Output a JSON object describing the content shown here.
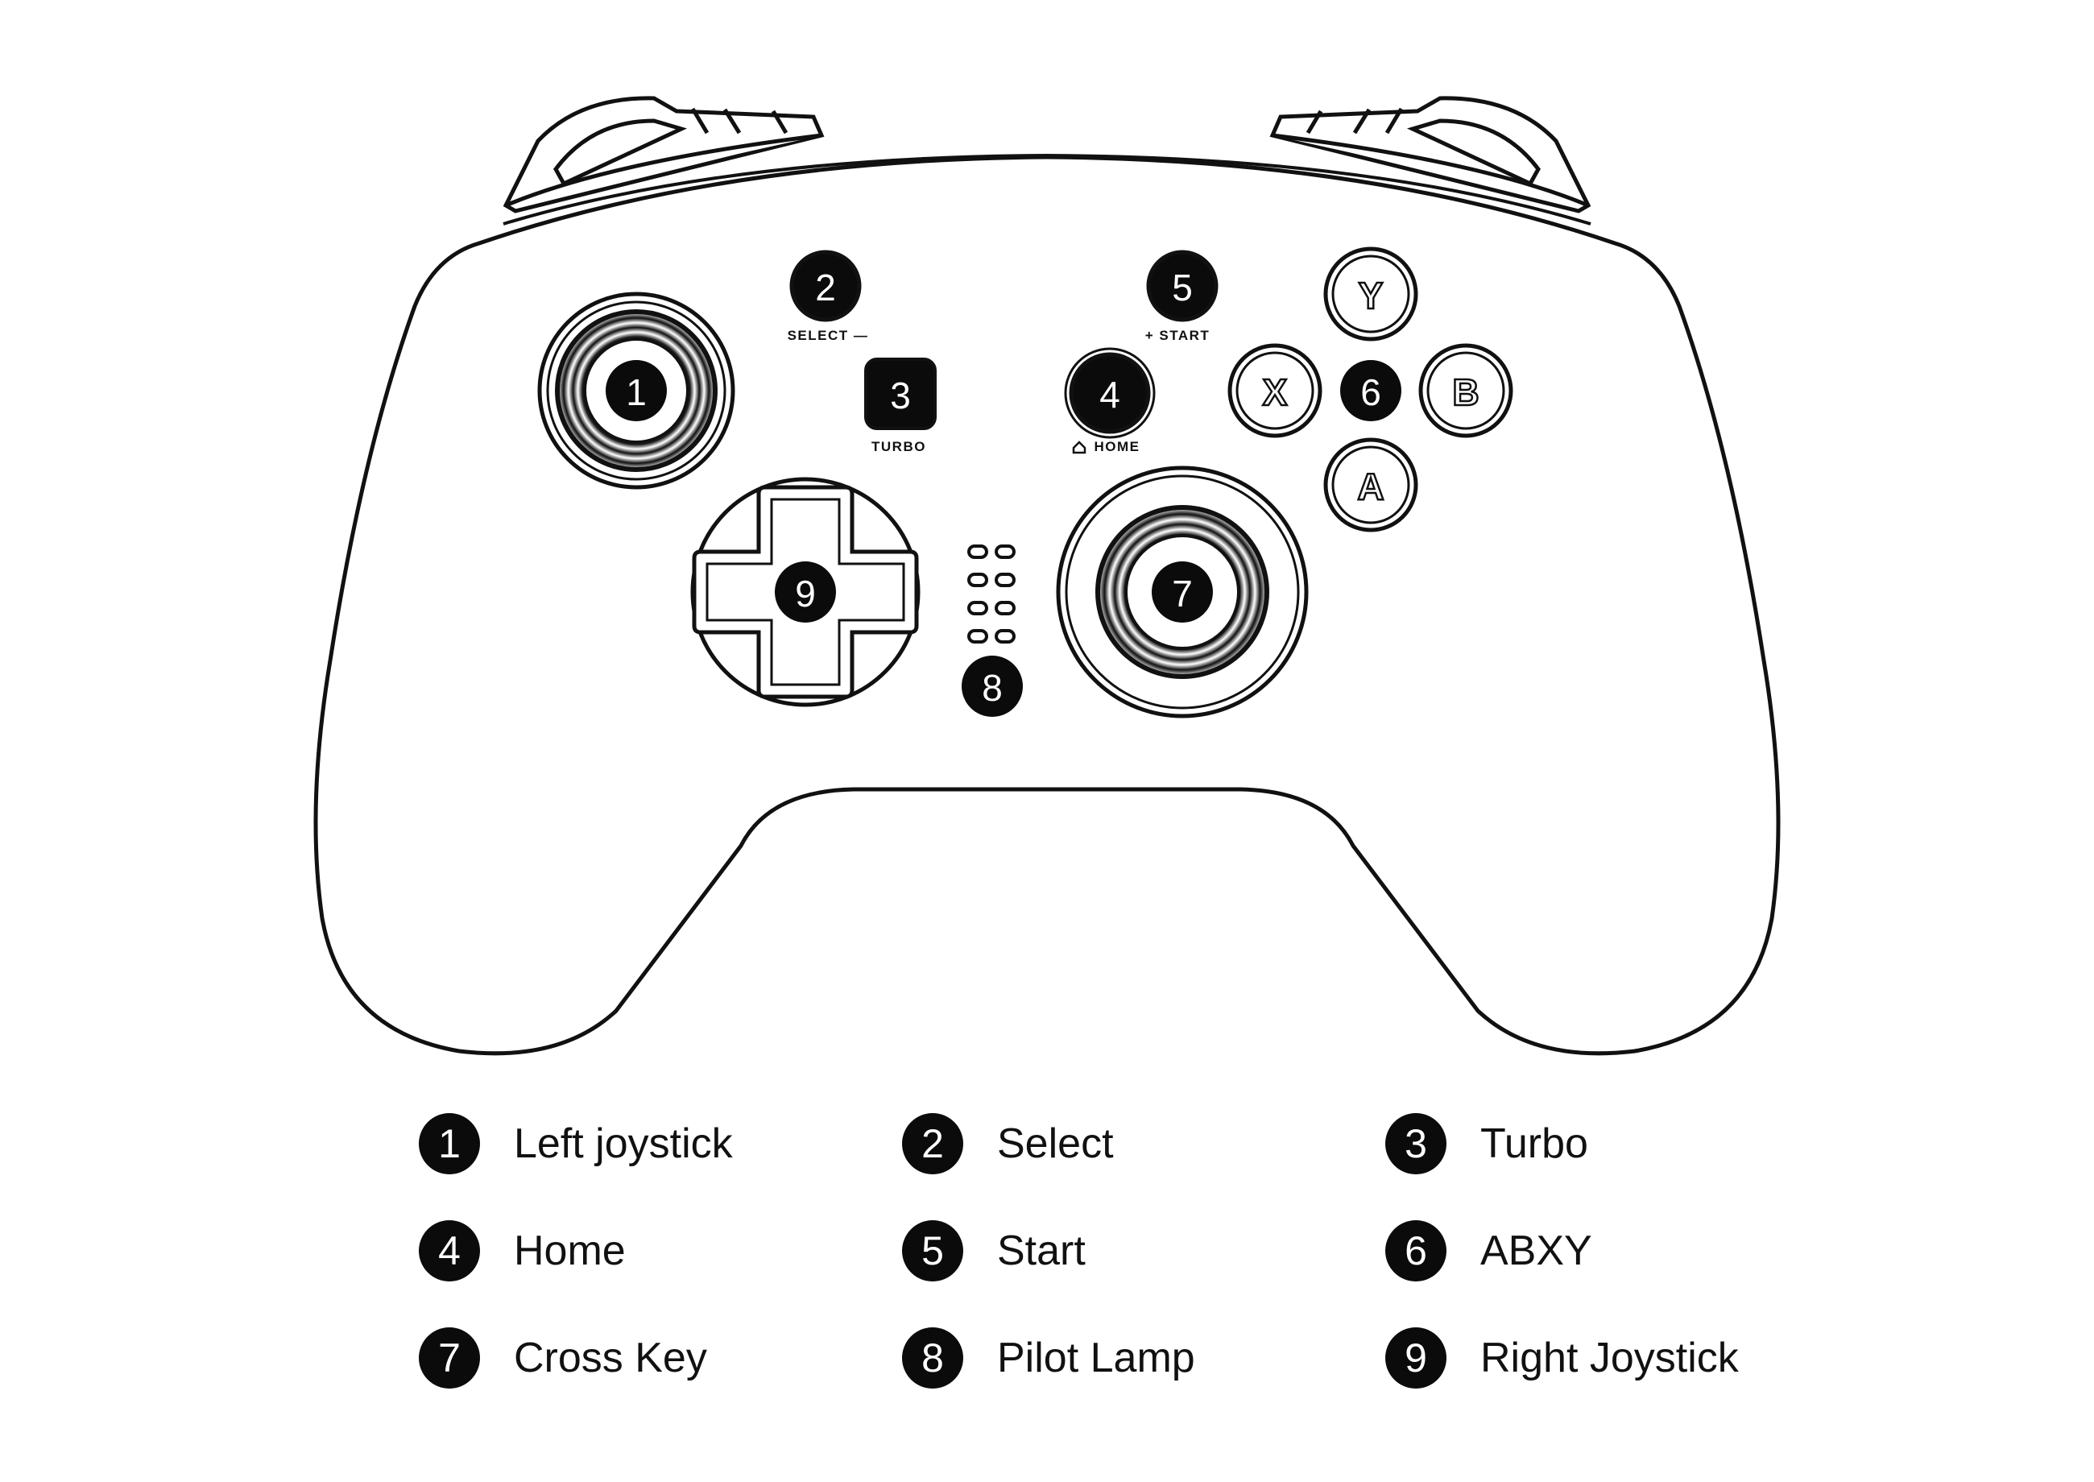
{
  "diagram": {
    "labels": {
      "select": "SELECT —",
      "turbo": "TURBO",
      "start": "+ START",
      "home": "HOME",
      "y": "Y",
      "x": "X",
      "b": "B",
      "a": "A"
    },
    "callouts": [
      "1",
      "2",
      "3",
      "4",
      "5",
      "6",
      "7",
      "8",
      "9"
    ]
  },
  "legend": [
    {
      "number": "1",
      "label": "Left joystick"
    },
    {
      "number": "2",
      "label": "Select"
    },
    {
      "number": "3",
      "label": "Turbo"
    },
    {
      "number": "4",
      "label": "Home"
    },
    {
      "number": "5",
      "label": "Start"
    },
    {
      "number": "6",
      "label": "ABXY"
    },
    {
      "number": "7",
      "label": "Cross Key"
    },
    {
      "number": "8",
      "label": "Pilot Lamp"
    },
    {
      "number": "9",
      "label": "Right Joystick"
    }
  ]
}
